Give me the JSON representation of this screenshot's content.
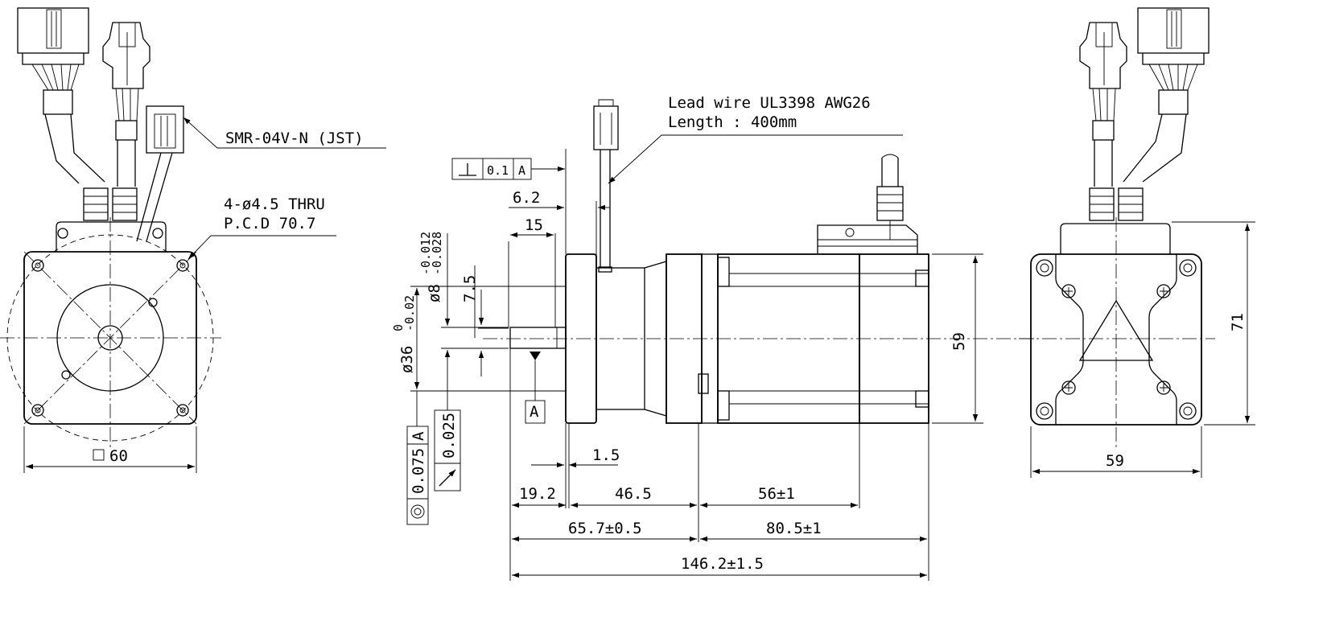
{
  "left_view": {
    "connector_label": "SMR-04V-N (JST)",
    "holes_line1": "4-ø4.5 THRU",
    "holes_line2": "P.C.D 70.7",
    "width_dim": "60",
    "square_symbol": "□"
  },
  "side_view": {
    "lead_line1": "Lead wire UL3398 AWG26",
    "lead_line2": "Length : 400mm",
    "perp_symbol": "⊥",
    "perp_value": "0.1",
    "perp_datum": "A",
    "dim_6_2": "6.2",
    "dim_15": "15",
    "dim_7_5": "7.5",
    "shaft_dia": "ø8",
    "shaft_tol_upper": "-0.012",
    "shaft_tol_lower": "-0.028",
    "pilot_dia": "ø36",
    "pilot_tol_upper": "0",
    "pilot_tol_lower": "-0.02",
    "datum_a": "A",
    "runout_value": "0.025",
    "concentric_value": "0.075",
    "concentric_datum": "A",
    "dim_1_5": "1.5",
    "dim_19_2": "19.2",
    "dim_46_5": "46.5",
    "dim_56": "56±1",
    "dim_65_7": "65.7±0.5",
    "dim_80_5": "80.5±1",
    "dim_146_2": "146.2±1.5",
    "dim_59": "59"
  },
  "right_view": {
    "width_dim": "59",
    "height_dim": "71"
  }
}
